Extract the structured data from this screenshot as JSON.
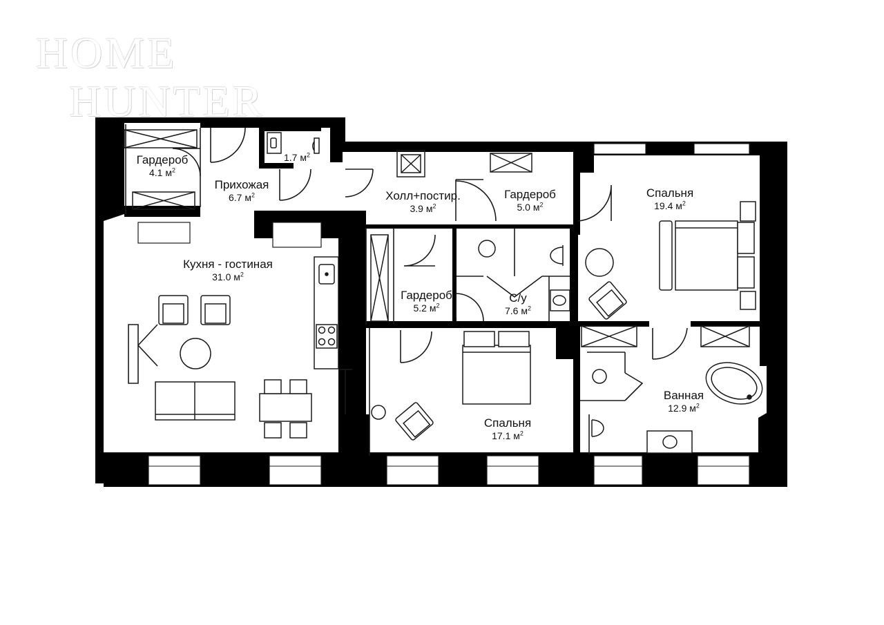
{
  "watermark": {
    "line1": "HOME",
    "line2": "HUNTER"
  },
  "rooms": [
    {
      "id": "wardrobe-1",
      "name": "Гардероб",
      "area": "4.1",
      "unit": "м"
    },
    {
      "id": "hallway",
      "name": "Прихожая",
      "area": "6.7",
      "unit": "м"
    },
    {
      "id": "toilet-small",
      "name": "",
      "area": "1.7",
      "unit": "м"
    },
    {
      "id": "hall-laundry",
      "name": "Холл+постир.",
      "area": "3.9",
      "unit": "м"
    },
    {
      "id": "wardrobe-2",
      "name": "Гардероб",
      "area": "5.0",
      "unit": "м"
    },
    {
      "id": "bedroom-1",
      "name": "Спальня",
      "area": "19.4",
      "unit": "м"
    },
    {
      "id": "kitchen-living",
      "name": "Кухня - гостиная",
      "area": "31.0",
      "unit": "м"
    },
    {
      "id": "wardrobe-3",
      "name": "Гардероб",
      "area": "5.2",
      "unit": "м"
    },
    {
      "id": "bathroom-wc",
      "name": "С/у",
      "area": "7.6",
      "unit": "м"
    },
    {
      "id": "bedroom-2",
      "name": "Спальня",
      "area": "17.1",
      "unit": "м"
    },
    {
      "id": "bathroom",
      "name": "Ванная",
      "area": "12.9",
      "unit": "м"
    }
  ],
  "colors": {
    "wall": "#000000",
    "line": "#1a1a1a",
    "background": "#ffffff"
  }
}
